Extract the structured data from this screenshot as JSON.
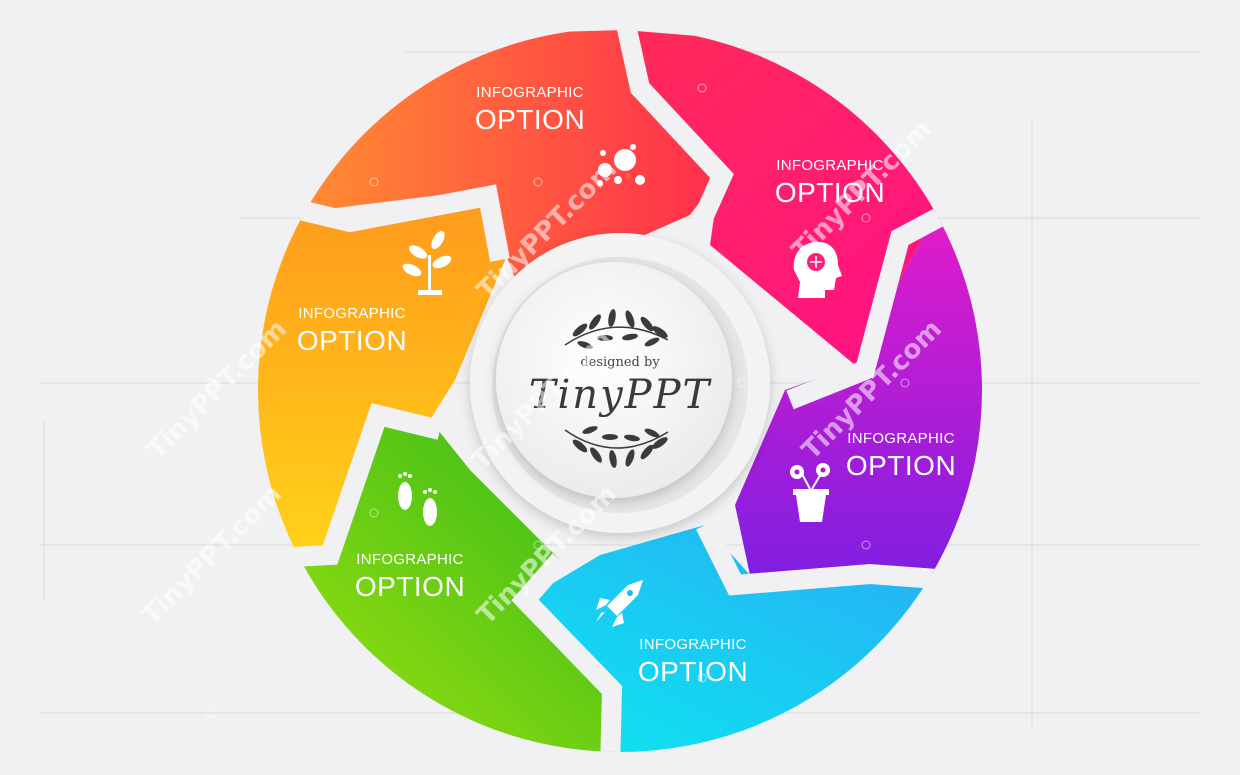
{
  "diagram": {
    "segments": [
      {
        "id": "top",
        "label_small": "INFOGRAPHIC",
        "label_big": "OPTION",
        "icon": "bubbles-icon",
        "color": "#ff3d3d"
      },
      {
        "id": "upper-right",
        "label_small": "INFOGRAPHIC",
        "label_big": "OPTION",
        "icon": "head-brain-icon",
        "color": "#ff1177"
      },
      {
        "id": "right",
        "label_small": "INFOGRAPHIC",
        "label_big": "OPTION",
        "icon": "flower-pot-icon",
        "color": "#b012d8"
      },
      {
        "id": "bottom",
        "label_small": "INFOGRAPHIC",
        "label_big": "OPTION",
        "icon": "rocket-icon",
        "color": "#18c7f3"
      },
      {
        "id": "lower-left",
        "label_small": "INFOGRAPHIC",
        "label_big": "OPTION",
        "icon": "footprints-icon",
        "color": "#59cf1b"
      },
      {
        "id": "left",
        "label_small": "INFOGRAPHIC",
        "label_big": "OPTION",
        "icon": "plant-icon",
        "color": "#ffc01a"
      }
    ],
    "center": {
      "line1": "designed by",
      "line2": "TinyPPT"
    },
    "watermark": "TinyPPT.com"
  }
}
